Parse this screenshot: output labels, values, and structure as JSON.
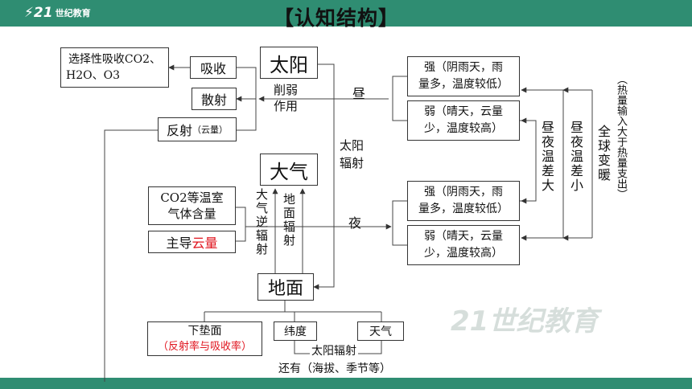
{
  "header": {
    "logo": "21世纪教育",
    "title": "【认知结构】"
  },
  "nodes": {
    "sun": "太阳",
    "atmosphere": "大气",
    "ground": "地面",
    "absorb": "吸收",
    "absorb_target_line1": "选择性吸收CO2、",
    "absorb_target_line2": "H2O、O3",
    "scatter": "散射",
    "reflect": "反射",
    "reflect_sub": "（云量）",
    "greenhouse_line1": "CO2等温室",
    "greenhouse_line2": "气体含量",
    "dominant_prefix": "主导",
    "dominant_cloud": "云量",
    "day_strong_line1": "强（阴雨天，雨",
    "day_strong_line2": "量多，温度较低）",
    "day_weak_line1": "弱（晴天，云量",
    "day_weak_line2": "少，温度较高）",
    "night_strong_line1": "强（阴雨天，雨",
    "night_strong_line2": "量多，温度较低）",
    "night_weak_line1": "弱（晴天，云量",
    "night_weak_line2": "少，温度较高）",
    "underlying": "下垫面",
    "underlying_sub": "（反射率与吸收率）",
    "latitude": "纬度",
    "weather": "天气"
  },
  "labels": {
    "weaken_line1": "削弱",
    "weaken_line2": "作用",
    "day": "昼",
    "night": "夜",
    "solar_rad_line1": "太阳",
    "solar_rad_line2": "辐射",
    "atm_counter_rad": "大气逆辐射",
    "ground_rad": "地面辐射",
    "big_range": "昼夜温差大",
    "small_range": "昼夜温差小",
    "warming": "全球变暖",
    "heat_balance": "（热量输入大于热量支出）",
    "bottom_solar": "太阳辐射",
    "also": "还有（海拔、季节等）"
  }
}
